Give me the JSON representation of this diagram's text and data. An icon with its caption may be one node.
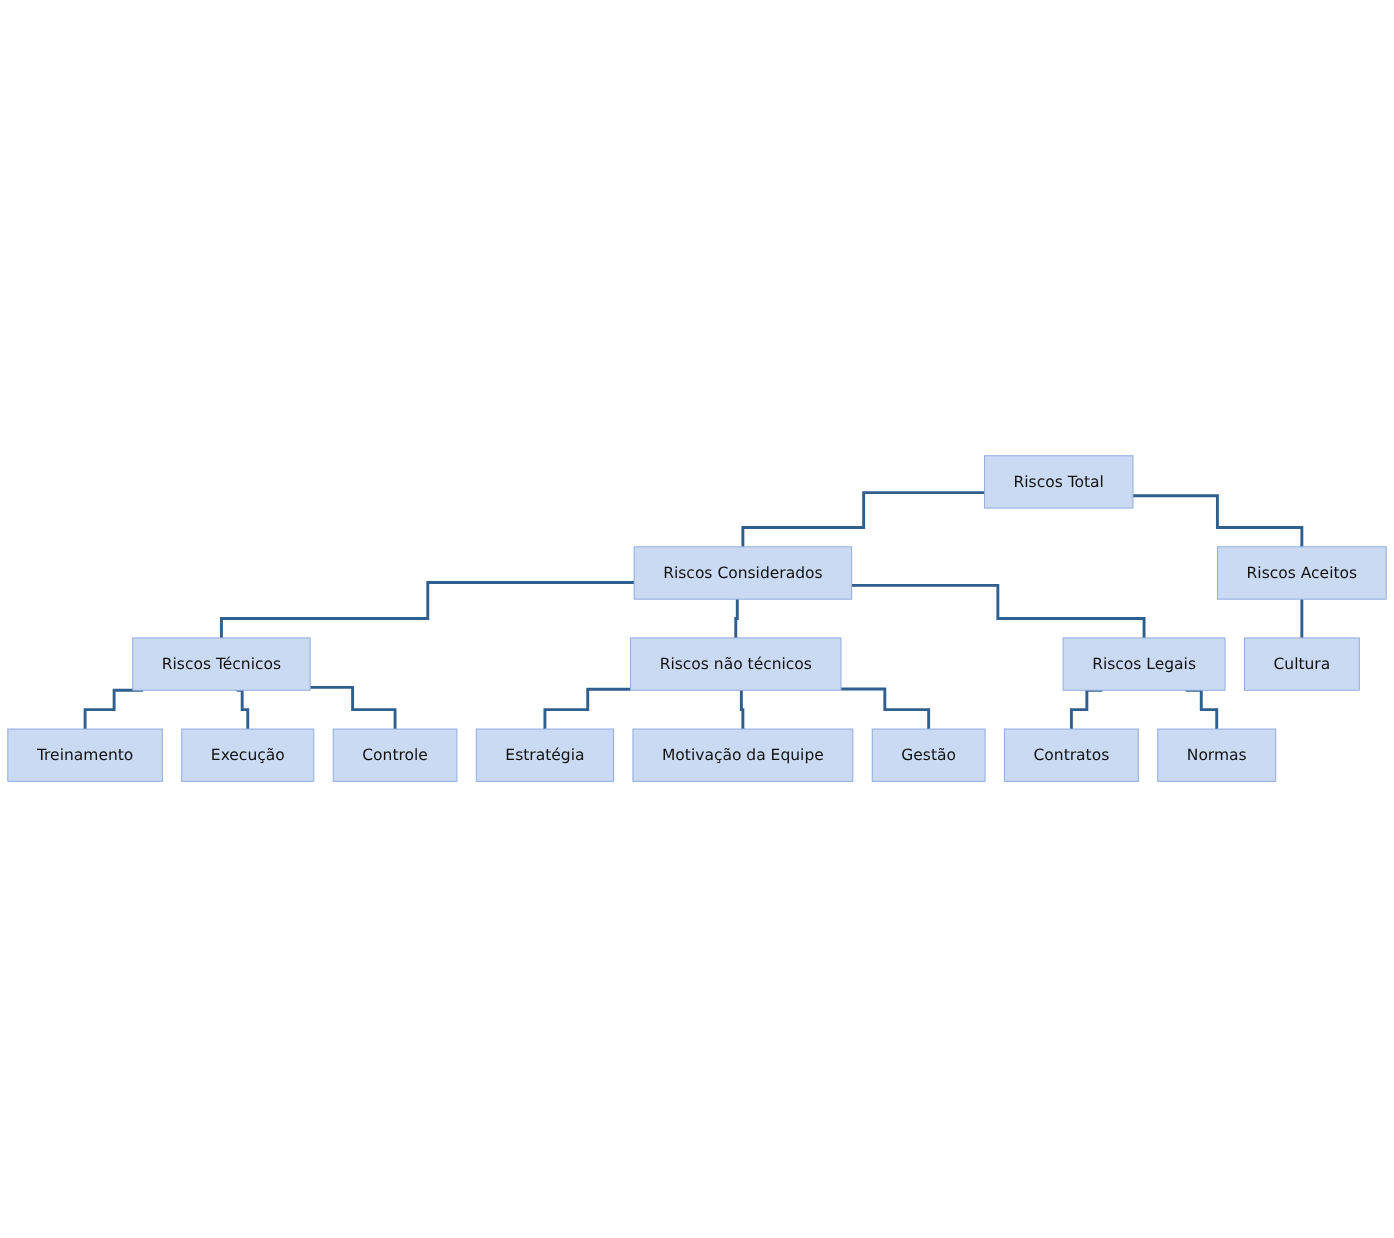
{
  "diagram": {
    "nodes": [
      {
        "text": [
          "Riscos Total"
        ]
      },
      {
        "text": [
          "Riscos Considerados"
        ]
      },
      {
        "text": [
          "Riscos Aceitos"
        ]
      },
      {
        "text": [
          "Riscos Técnicos"
        ]
      },
      {
        "text": [
          "Riscos não técnicos"
        ]
      },
      {
        "text": [
          "Riscos Legais"
        ]
      },
      {
        "text": [
          "Cultura"
        ]
      },
      {
        "text": [
          "Treinamento"
        ]
      },
      {
        "text": [
          "Execução"
        ]
      },
      {
        "text": [
          "Controle"
        ]
      },
      {
        "text": [
          "Estratégia"
        ]
      },
      {
        "text": [
          "Motivação da Equipe"
        ]
      },
      {
        "text": [
          "Gestão"
        ]
      },
      {
        "text": [
          "Contratos"
        ]
      },
      {
        "text": [
          "Normas"
        ]
      }
    ],
    "edges": [
      {
        "from": 0,
        "to": 1,
        "arrow": "none"
      },
      {
        "from": 0,
        "to": 2,
        "arrow": "none"
      },
      {
        "from": 1,
        "to": 3,
        "arrow": "none"
      },
      {
        "from": 1,
        "to": 4,
        "arrow": "none"
      },
      {
        "from": 1,
        "to": 5,
        "arrow": "none"
      },
      {
        "from": 2,
        "to": 6,
        "arrow": "none"
      },
      {
        "from": 3,
        "to": 7,
        "arrow": "none"
      },
      {
        "from": 3,
        "to": 8,
        "arrow": "none"
      },
      {
        "from": 3,
        "to": 9,
        "arrow": "none"
      },
      {
        "from": 4,
        "to": 10,
        "arrow": "none"
      },
      {
        "from": 4,
        "to": 11,
        "arrow": "none"
      },
      {
        "from": 4,
        "to": 12,
        "arrow": "none"
      },
      {
        "from": 5,
        "to": 13,
        "arrow": "none"
      },
      {
        "from": 5,
        "to": 14,
        "arrow": "none"
      }
    ]
  }
}
